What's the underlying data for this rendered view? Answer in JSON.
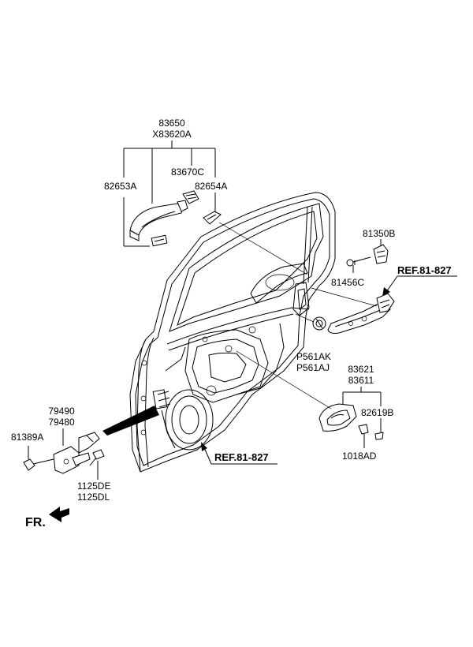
{
  "diagram": {
    "labels": {
      "p83650": "83650",
      "x83620a": "X83620A",
      "p83670c": "83670C",
      "p82653a": "82653A",
      "p82654a": "82654A",
      "p81350b": "81350B",
      "p81456c": "81456C",
      "ref_top": "REF.81-827",
      "p561ak": "P561AK",
      "p561aj": "P561AJ",
      "p83621": "83621",
      "p83611": "83611",
      "p82619b": "82619B",
      "p1018ad": "1018AD",
      "p79490": "79490",
      "p79480": "79480",
      "p81389a": "81389A",
      "p1125de": "1125DE",
      "p1125dl": "1125DL",
      "ref_bottom": "REF.81-827",
      "fr": "FR."
    }
  }
}
